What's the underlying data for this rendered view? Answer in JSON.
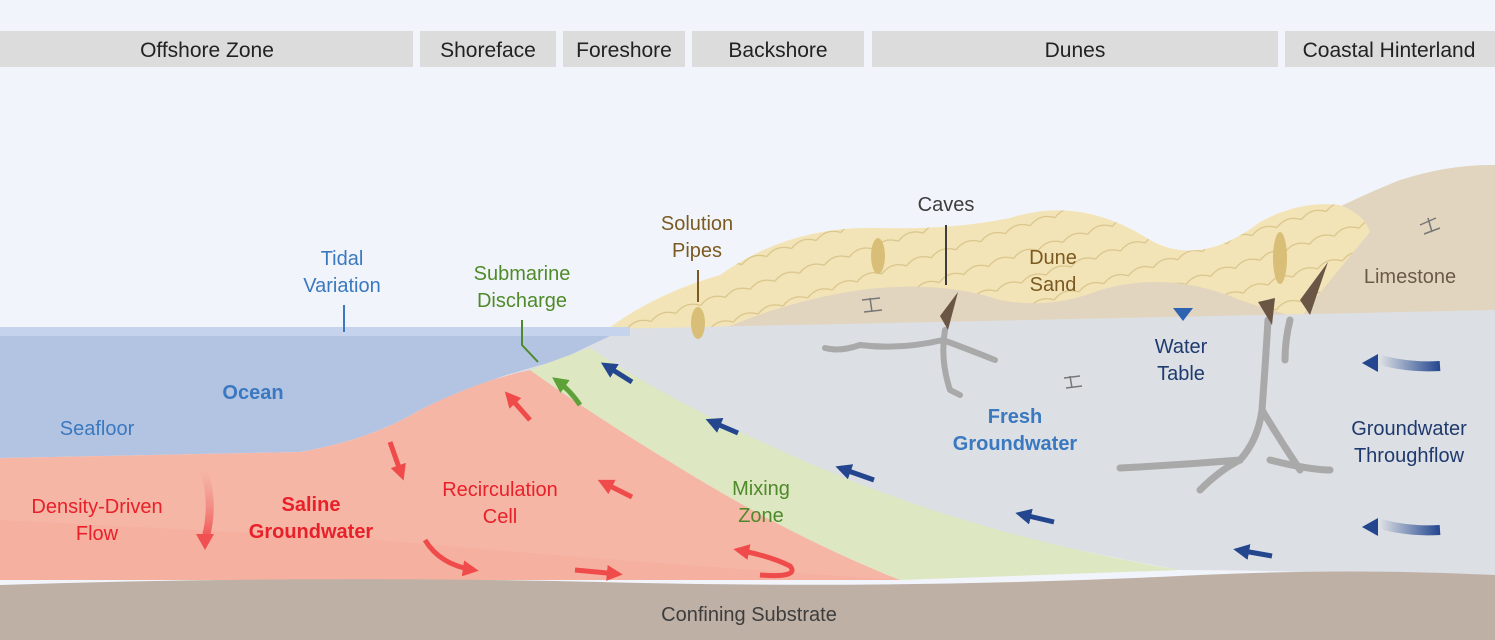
{
  "zones": [
    {
      "label": "Offshore Zone"
    },
    {
      "label": "Shoreface"
    },
    {
      "label": "Foreshore"
    },
    {
      "label": "Backshore"
    },
    {
      "label": "Dunes"
    },
    {
      "label": "Coastal Hinterland"
    }
  ],
  "labels": {
    "tidal_variation": [
      "Tidal",
      "Variation"
    ],
    "submarine_discharge": [
      "Submarine",
      "Discharge"
    ],
    "solution_pipes": [
      "Solution",
      "Pipes"
    ],
    "caves": "Caves",
    "dune_sand": [
      "Dune",
      "Sand"
    ],
    "limestone": "Limestone",
    "water_table": [
      "Water",
      "Table"
    ],
    "ocean": "Ocean",
    "seafloor": "Seafloor",
    "fresh_groundwater": [
      "Fresh",
      "Groundwater"
    ],
    "groundwater_throughflow": [
      "Groundwater",
      "Throughflow"
    ],
    "density_driven_flow": [
      "Density-Driven",
      "Flow"
    ],
    "saline_groundwater": [
      "Saline",
      "Groundwater"
    ],
    "recirculation_cell": [
      "Recirculation",
      "Cell"
    ],
    "mixing_zone": [
      "Mixing",
      "Zone"
    ],
    "confining_substrate": "Confining Substrate"
  },
  "colors": {
    "sky": "#f1f5fb",
    "zone_bar": "#dcdcdc",
    "ocean": "#b3c4e3",
    "fresh_groundwater": "#dcdfe3",
    "saline": "#f6b6a6",
    "mixing_zone": "#dde7c2",
    "dune_sand": "#f3e4b8",
    "limestone": "#e2d5bf",
    "confining_substrate": "#bfb0a6",
    "blue_text": "#3a78bf",
    "red_text": "#e8202a",
    "green_text": "#4f8a2a",
    "brown_text": "#7a5a20",
    "arrow_blue": "#23468f",
    "arrow_red": "#ef4b4b",
    "arrow_green": "#5da238"
  }
}
